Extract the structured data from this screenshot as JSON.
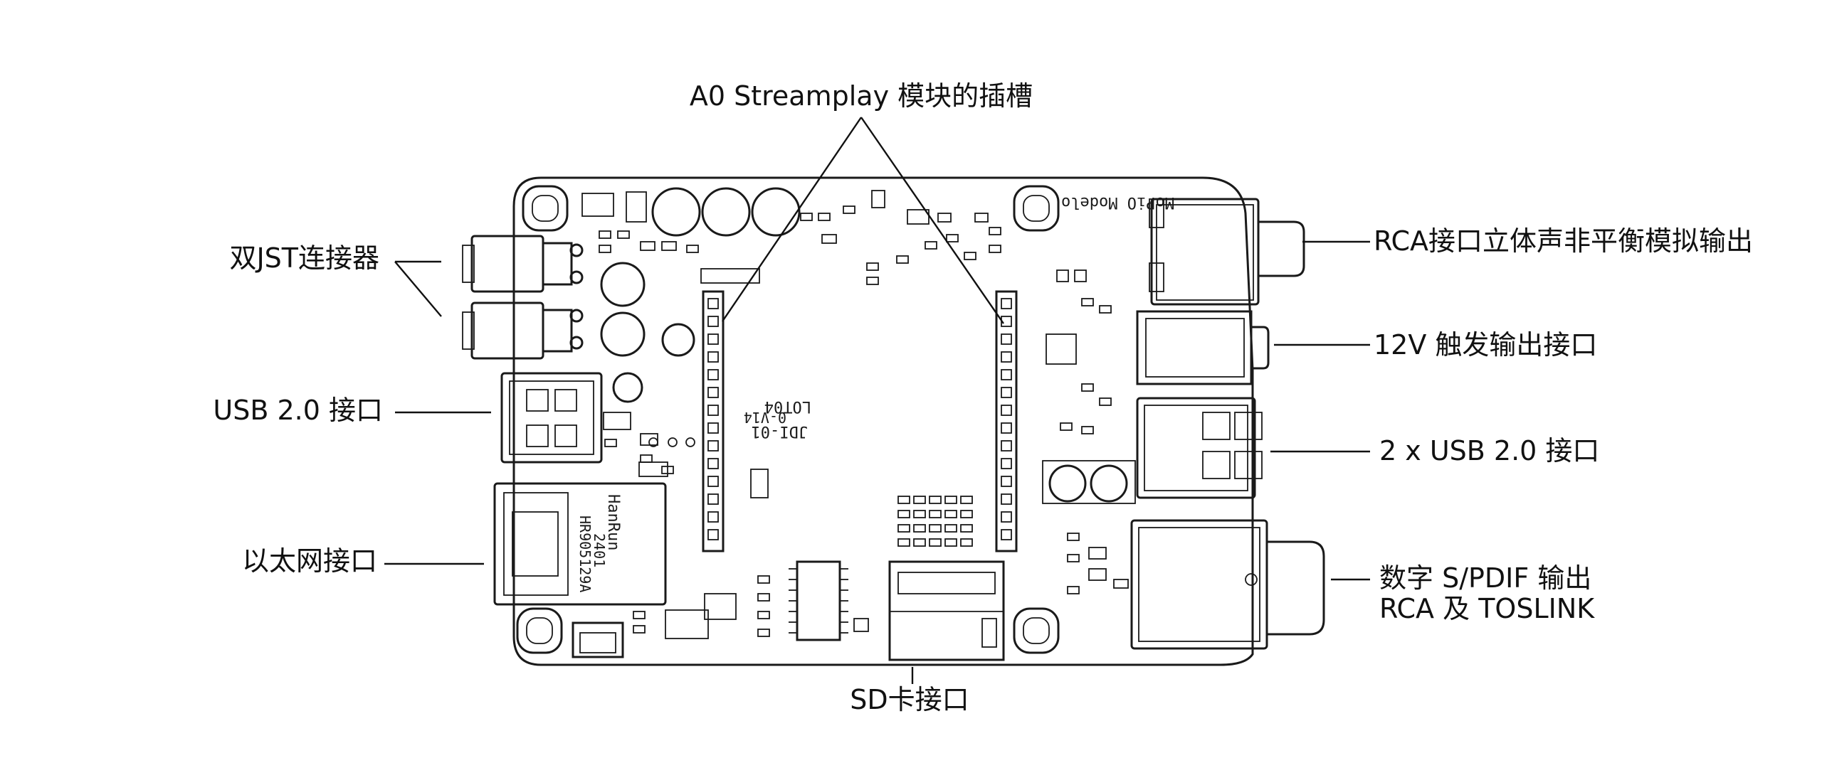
{
  "labels": {
    "streamplay_slot": "A0 Streamplay 模块的插槽",
    "dual_jst": "双JST连接器",
    "usb_single": "USB 2.0 接口",
    "ethernet": "以太网接口",
    "sd_card": "SD卡接口",
    "rca_analog": "RCA接口立体声非平衡模拟输出",
    "trigger_12v": "12V 触发输出接口",
    "usb_dual": "2 x USB 2.0 接口",
    "spdif_line1": "数字 S/PDIF 输出",
    "spdif_line2": "RCA 及 TOSLINK"
  },
  "board_silkscreen": {
    "brand": "MoPiO Modelo",
    "magjack_line1": "HanRun",
    "magjack_line2": "HR905129A",
    "magjack_line3": "2401",
    "chip_text": "JDI-01",
    "lot_text": "LOT04",
    "rev_text": "0-V14"
  },
  "colors": {
    "line": "#111111",
    "background": "#ffffff"
  }
}
